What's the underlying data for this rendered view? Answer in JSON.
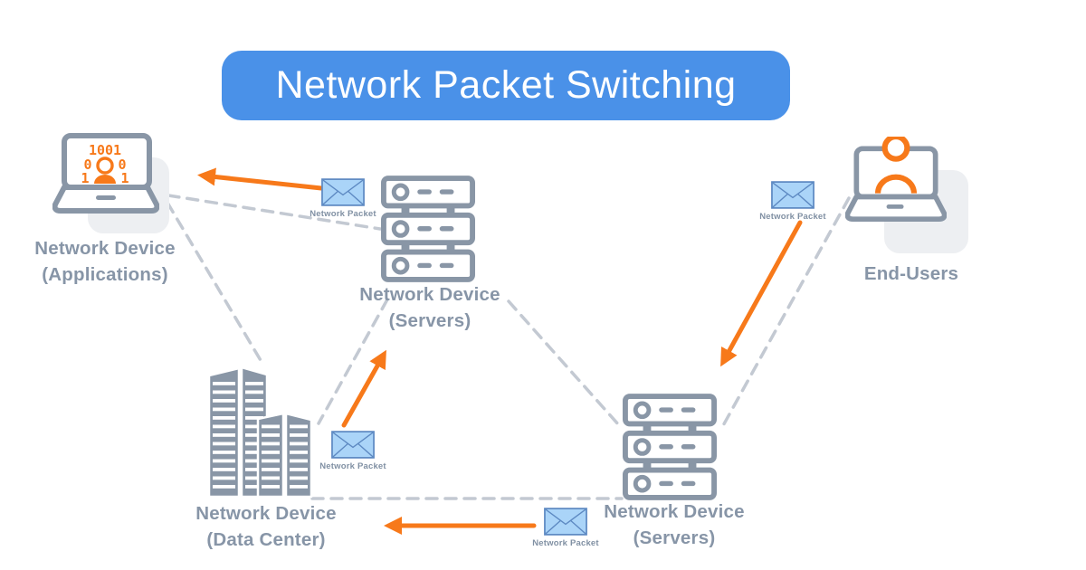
{
  "title": "Network Packet Switching",
  "colors": {
    "title_bg": "#4a91e8",
    "title_text": "#ffffff",
    "icon_gray": "#8996a6",
    "label_gray": "#8795a7",
    "packet_label_gray": "#8090a3",
    "orange": "#f7791a",
    "envelope_fill": "#aad4f8",
    "envelope_stroke": "#5d89c2",
    "dashed_line": "#c3c9d2",
    "soft_square": "#edeff2",
    "background": "#ffffff"
  },
  "nodes": {
    "applications": {
      "label_line1": "Network Device",
      "label_line2": "(Applications)",
      "screen_code": {
        "row1": "1001",
        "row2_left": "0",
        "row2_right": "0",
        "row3_left": "1",
        "row3_right": "1"
      }
    },
    "servers_top": {
      "label_line1": "Network Device",
      "label_line2": "(Servers)"
    },
    "end_users": {
      "label": "End-Users"
    },
    "data_center": {
      "label_line1": "Network Device",
      "label_line2": "(Data Center)"
    },
    "servers_bottom": {
      "label_line1": "Network Device",
      "label_line2": "(Servers)"
    }
  },
  "packets": [
    {
      "label": "Network Packet"
    },
    {
      "label": "Network Packet"
    },
    {
      "label": "Network Packet"
    },
    {
      "label": "Network Packet"
    }
  ]
}
